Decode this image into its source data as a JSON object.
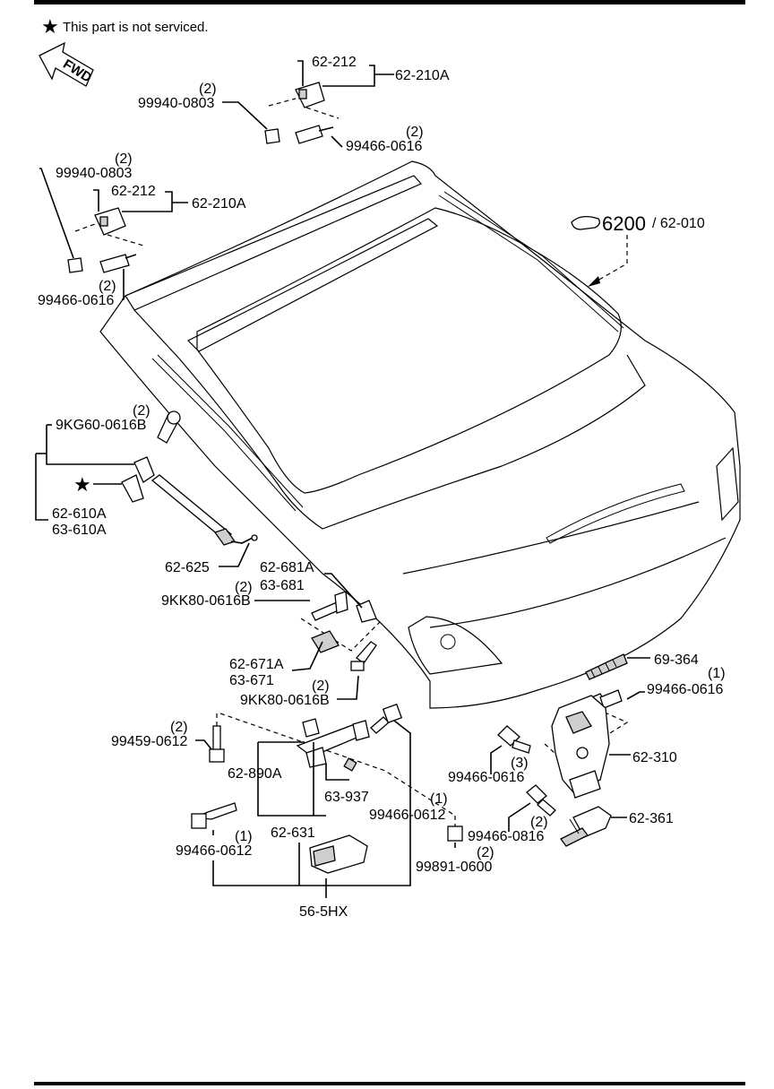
{
  "note": {
    "star": "★",
    "text": "This part is not serviced."
  },
  "fwd_label": "FWD",
  "ref": {
    "icon": "pointing-hand-icon",
    "main": "6200",
    "sub": "/ 62-010"
  },
  "labels": {
    "hinge_r_no": "62-212",
    "hinge_r_assy": "62-210A",
    "nut_r_qty": "(2)",
    "nut_r_pn": "99940-0803",
    "bolt_r_qty": "(2)",
    "bolt_r_pn": "99466-0616",
    "nut_l_qty": "(2)",
    "nut_l_pn": "99940-0803",
    "hinge_l_no": "62-212",
    "hinge_l_assy": "62-210A",
    "bolt_l_qty": "(2)",
    "bolt_l_pn": "99466-0616",
    "strut_bolt_qty": "(2)",
    "strut_bolt_pn": "9KG60-0616B",
    "strut_star": "★",
    "strut_a": "62-610A",
    "strut_b": "63-610A",
    "cable": "62-625",
    "bracket_a": "62-681A",
    "bracket_b": "63-681",
    "bk_bolt1_qty": "(2)",
    "bk_bolt1_pn": "9KK80-0616B",
    "clip_a": "62-671A",
    "clip_b": "63-671",
    "bk_bolt2_qty": "(2)",
    "bk_bolt2_pn": "9KK80-0616B",
    "seal": "69-364",
    "latch_bolt_qty": "(1)",
    "latch_bolt_pn": "99466-0616",
    "latch": "62-310",
    "latch_bolt3_qty": "(3)",
    "latch_bolt3_pn": "99466-0616",
    "switch_bolt_qty": "(2)",
    "switch_bolt_pn": "99466-0816",
    "switch": "62-361",
    "hb_bolt_qty": "(2)",
    "hb_bolt_pn": "99459-0612",
    "handle_brkt": "62-890A",
    "handle_sub": "63-937",
    "handle_bolt_qty": "(1)",
    "handle_bolt_pn": "99466-0612",
    "handle": "62-631",
    "handle_bolt2_qty": "(1)",
    "handle_bolt2_pn": "99466-0612",
    "nut_qty": "(2)",
    "nut_pn": "99891-0600",
    "module": "56-5HX"
  }
}
